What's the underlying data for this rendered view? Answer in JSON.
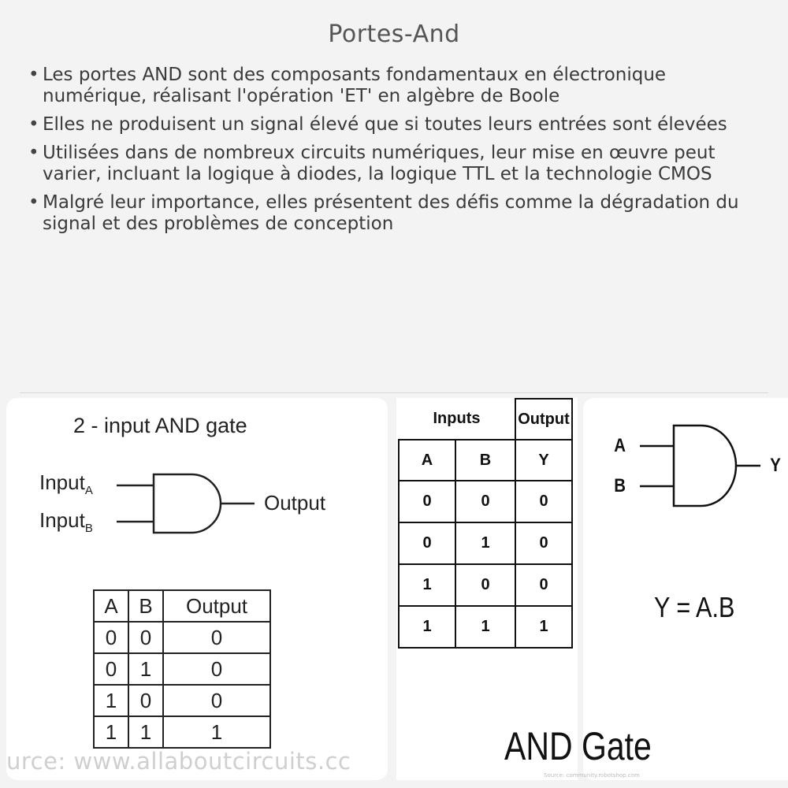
{
  "page": {
    "title": "Portes-And",
    "bullets": [
      "Les portes AND sont des composants fondamentaux en électronique numérique, réalisant l'opération 'ET' en algèbre de Boole",
      "Elles ne produisent un signal élevé que si toutes leurs entrées sont élevées",
      "Utilisées dans de nombreux circuits numériques, leur mise en œuvre peut varier, incluant la logique à diodes, la logique TTL et la technologie CMOS",
      "Malgré leur importance, elles présentent des défis comme la dégradation du signal et des problèmes de conception"
    ]
  },
  "figure_left": {
    "title": "2 - input AND gate",
    "input_a": "Input",
    "input_a_sub": "A",
    "input_b": "Input",
    "input_b_sub": "B",
    "output": "Output",
    "table": {
      "headers": [
        "A",
        "B",
        "Output"
      ],
      "rows": [
        [
          "0",
          "0",
          "0"
        ],
        [
          "0",
          "1",
          "0"
        ],
        [
          "1",
          "0",
          "0"
        ],
        [
          "1",
          "1",
          "1"
        ]
      ]
    },
    "source": "urce: www.allaboutcircuits.cc"
  },
  "figure_mid": {
    "group_inputs": "Inputs",
    "group_output": "Output",
    "headers": [
      "A",
      "B",
      "Y"
    ],
    "rows": [
      [
        "0",
        "0",
        "0"
      ],
      [
        "0",
        "1",
        "0"
      ],
      [
        "1",
        "0",
        "0"
      ],
      [
        "1",
        "1",
        "1"
      ]
    ]
  },
  "figure_right": {
    "pin_a": "A",
    "pin_b": "B",
    "pin_y": "Y",
    "equation": "Y = A.B",
    "caption": "AND Gate",
    "credit": "Source: community.robotshop.com"
  }
}
